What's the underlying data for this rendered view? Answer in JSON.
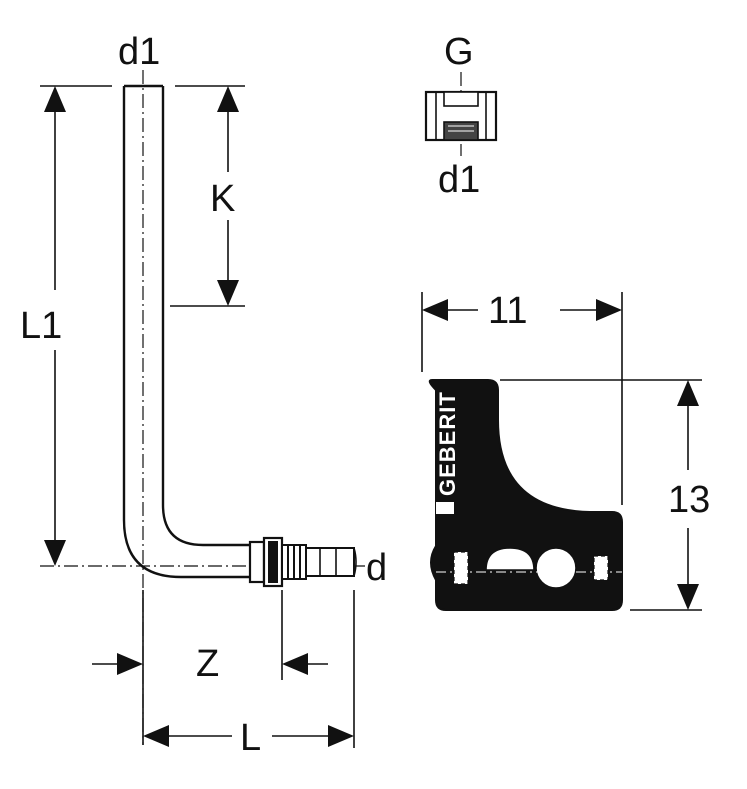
{
  "labels": {
    "d1_top": "d1",
    "K": "K",
    "L1": "L1",
    "d": "d",
    "Z": "Z",
    "L": "L",
    "G": "G",
    "d1_nut": "d1",
    "width_11": "11",
    "height_13": "13"
  },
  "brand": {
    "name": "GEBERIT"
  },
  "colors": {
    "ink": "#111111",
    "background": "#ffffff"
  }
}
